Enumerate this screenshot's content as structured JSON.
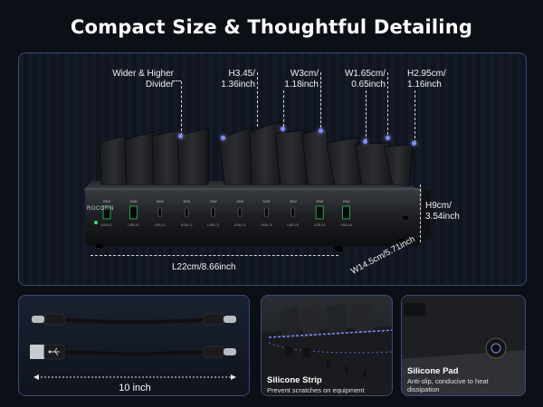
{
  "title": "Compact Size & Thoughtful Detailing",
  "brand": "ROCORN",
  "dims": {
    "divider": [
      "Wider & Higher",
      "Divider"
    ],
    "h345": [
      "H3.45/",
      "1.36inch"
    ],
    "w3": [
      "W3cm/",
      "1.18inch"
    ],
    "w165": [
      "W1.65cm/",
      "0.65inch"
    ],
    "h295": [
      "H2.95cm/",
      "1.16inch"
    ],
    "h9": [
      "H9cm/",
      "3.54inch"
    ],
    "l22": "L22cm/8.66inch",
    "w145": "W14.5cm/5.71inch"
  },
  "ports": [
    "25W",
    "25W",
    "30W",
    "30W",
    "15W",
    "15W",
    "30W",
    "30W",
    "25W",
    "25W"
  ],
  "port_sub": [
    "USB-A1",
    "USB-A2",
    "USB-C1",
    "USB-C2",
    "USB-C3",
    "USB-C4",
    "USB-C5",
    "USB-C6",
    "USB-A3",
    "USB-A4"
  ],
  "cable_length": "10 inch",
  "strip": {
    "title": "Silicone Strip",
    "sub": "Prevent scratches on equipment"
  },
  "pad": {
    "title": "Silicone Pad",
    "sub": [
      "Anti-slip, conducive to heat",
      "dissipation"
    ]
  }
}
